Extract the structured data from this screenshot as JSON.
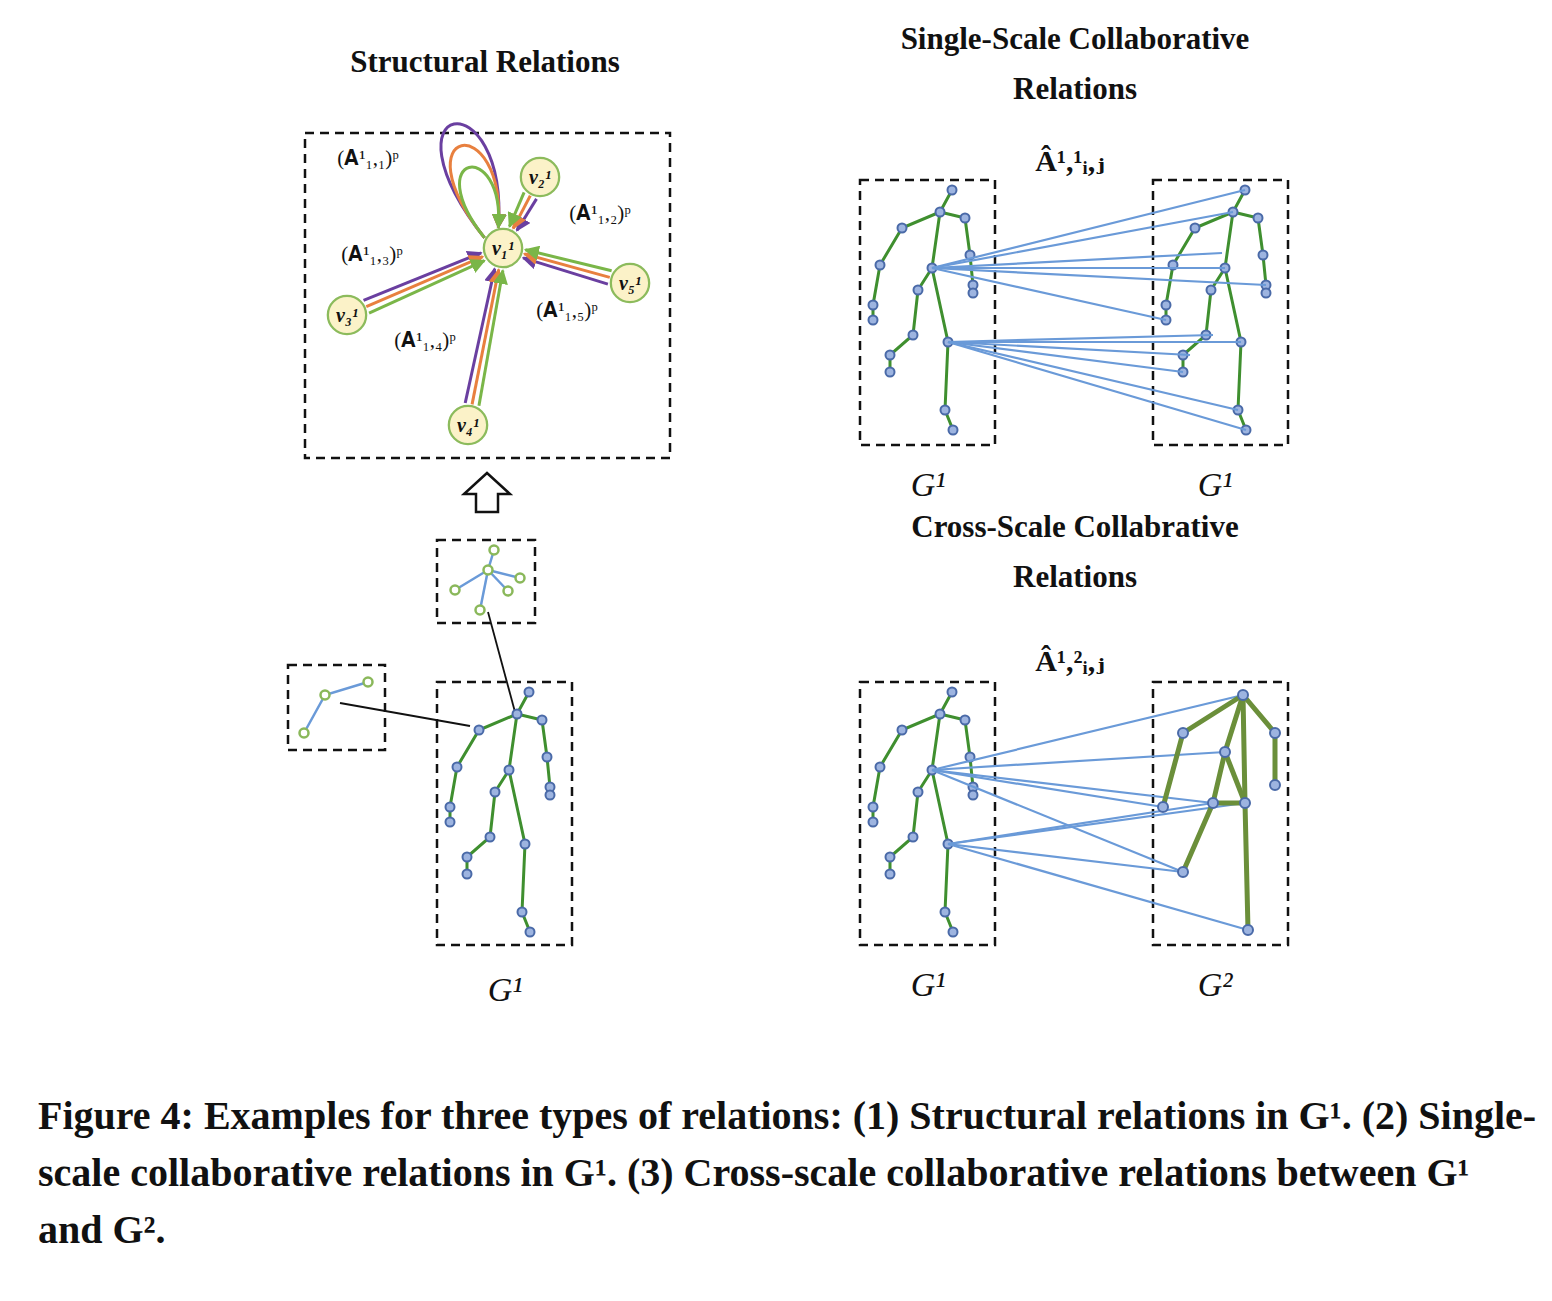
{
  "diagram": {
    "caption": "Figure 4: Examples for three types of relations: (1) Structural relations in G¹. (2) Single-scale collaborative relations in G¹. (3) Cross-scale collaborative relations between G¹ and G².",
    "nodes": [
      {
        "text": [
          "v₁¹"
        ]
      },
      {
        "text": [
          "v₂¹"
        ]
      },
      {
        "text": [
          "v₃¹"
        ]
      },
      {
        "text": [
          "v₄¹"
        ]
      },
      {
        "text": [
          "v₅¹"
        ]
      }
    ],
    "edges": [
      {
        "from": 0,
        "to": 0,
        "arrow": "to"
      },
      {
        "from": 0,
        "to": 0,
        "arrow": "to"
      },
      {
        "from": 0,
        "to": 0,
        "arrow": "to"
      },
      {
        "from": 1,
        "to": 0,
        "arrow": "to"
      },
      {
        "from": 1,
        "to": 0,
        "arrow": "to"
      },
      {
        "from": 1,
        "to": 0,
        "arrow": "to"
      },
      {
        "from": 2,
        "to": 0,
        "arrow": "to"
      },
      {
        "from": 2,
        "to": 0,
        "arrow": "to"
      },
      {
        "from": 2,
        "to": 0,
        "arrow": "to"
      },
      {
        "from": 3,
        "to": 0,
        "arrow": "to"
      },
      {
        "from": 3,
        "to": 0,
        "arrow": "to"
      },
      {
        "from": 3,
        "to": 0,
        "arrow": "to"
      },
      {
        "from": 4,
        "to": 0,
        "arrow": "to"
      },
      {
        "from": 4,
        "to": 0,
        "arrow": "to"
      },
      {
        "from": 4,
        "to": 0,
        "arrow": "to"
      }
    ],
    "labels": [
      "Structural Relations",
      "Single-Scale Collaborative Relations",
      "Cross-Scale Collabrative Relations",
      "(𝐀¹₁,₁)ᵖ",
      "(𝐀¹₁,₂)ᵖ",
      "(𝐀¹₁,₃)ᵖ",
      "(𝐀¹₁,₄)ᵖ",
      "(𝐀¹₁,₅)ᵖ",
      "Â¹,¹ᵢ,ⱼ",
      "Â¹,²ᵢ,ⱼ",
      "G¹",
      "G¹",
      "G¹",
      "G¹",
      "G²"
    ]
  }
}
